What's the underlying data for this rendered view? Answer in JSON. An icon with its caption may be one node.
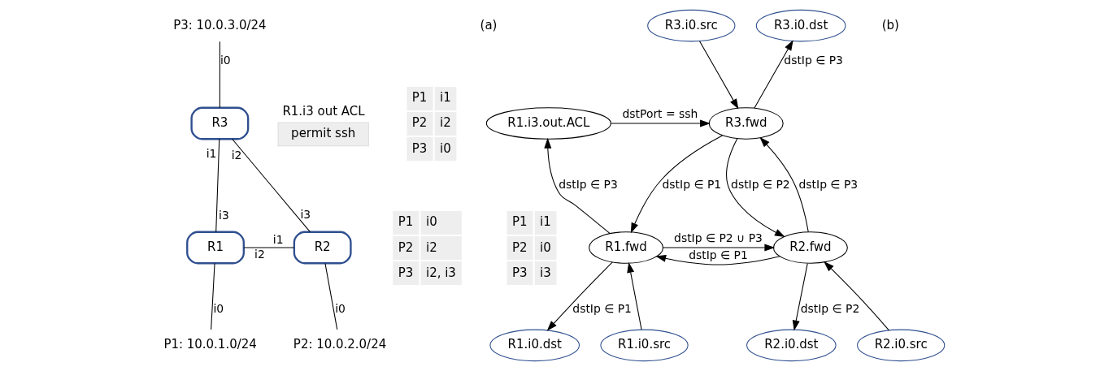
{
  "diagram": {
    "nodes": [
      {
        "text": [
          "R3"
        ]
      },
      {
        "text": [
          "R1"
        ]
      },
      {
        "text": [
          "R2"
        ]
      },
      {
        "text": [
          "P3: 10.0.3.0/24"
        ]
      },
      {
        "text": [
          "P1: 10.0.1.0/24"
        ]
      },
      {
        "text": [
          "P2: 10.0.2.0/24"
        ]
      },
      {
        "text": [
          "R1.i3 out ACL",
          "permit ssh"
        ]
      },
      {
        "text": [
          "R3.i0.src"
        ]
      },
      {
        "text": [
          "R3.i0.dst"
        ]
      },
      {
        "text": [
          "R1.i3.out.ACL"
        ]
      },
      {
        "text": [
          "R3.fwd"
        ]
      },
      {
        "text": [
          "R1.fwd"
        ]
      },
      {
        "text": [
          "R2.fwd"
        ]
      },
      {
        "text": [
          "R1.i0.src"
        ]
      },
      {
        "text": [
          "R1.i0.dst"
        ]
      },
      {
        "text": [
          "R2.i0.src"
        ]
      },
      {
        "text": [
          "R2.i0.dst"
        ]
      }
    ],
    "edges": [
      {
        "from": 3,
        "to": 0,
        "arrow": "none",
        "label": "i0"
      },
      {
        "from": 0,
        "to": 1,
        "arrow": "none"
      },
      {
        "from": 0,
        "to": 2,
        "arrow": "none"
      },
      {
        "from": 1,
        "to": 2,
        "arrow": "none"
      },
      {
        "from": 1,
        "to": 4,
        "arrow": "none",
        "label": "i0"
      },
      {
        "from": 2,
        "to": 5,
        "arrow": "none",
        "label": "i0"
      },
      {
        "from": 7,
        "to": 10,
        "arrow": "to"
      },
      {
        "from": 10,
        "to": 8,
        "arrow": "to",
        "label": "dstIp ∈ P3"
      },
      {
        "from": 9,
        "to": 10,
        "arrow": "to",
        "label": "dstPort = ssh"
      },
      {
        "from": 11,
        "to": 9,
        "arrow": "to",
        "label": "dstIp ∈ P3"
      },
      {
        "from": 10,
        "to": 11,
        "arrow": "to",
        "label": "dstIp ∈ P1"
      },
      {
        "from": 10,
        "to": 12,
        "arrow": "to",
        "label": "dstIp ∈ P2"
      },
      {
        "from": 12,
        "to": 10,
        "arrow": "to",
        "label": "dstIp ∈ P3"
      },
      {
        "from": 12,
        "to": 11,
        "arrow": "to",
        "label": "dstIp ∈ P1"
      },
      {
        "from": 11,
        "to": 12,
        "arrow": "to",
        "label": "dstIp ∈ P2 ∪ P3"
      },
      {
        "from": 11,
        "to": 14,
        "arrow": "to",
        "label": "dstIp ∈ P1"
      },
      {
        "from": 13,
        "to": 11,
        "arrow": "to"
      },
      {
        "from": 15,
        "to": 12,
        "arrow": "to"
      },
      {
        "from": 12,
        "to": 16,
        "arrow": "to",
        "label": "dstIp ∈ P2"
      }
    ],
    "labels": [
      "P1",
      "i1",
      "P2",
      "i2",
      "P3",
      "i0",
      "i1",
      "i2",
      "i3",
      "i3",
      "P1",
      "i1",
      "P2",
      "i0",
      "P3",
      "i3",
      "P1",
      "i0",
      "P2",
      "i2",
      "P3",
      "i2, i3",
      "i2",
      "i1",
      "(a)",
      "(b)"
    ]
  }
}
